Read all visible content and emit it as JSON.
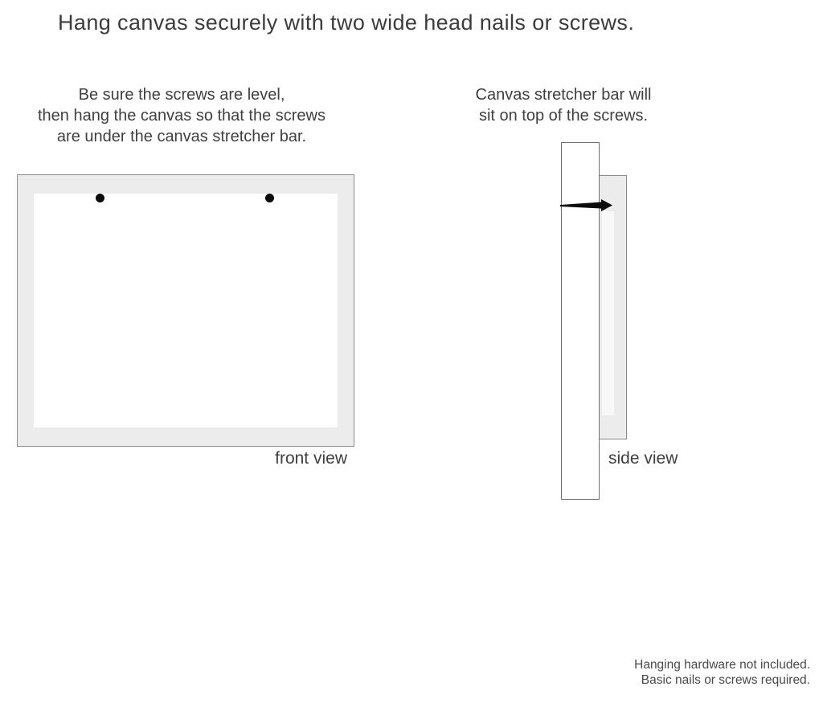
{
  "page": {
    "title": "Hang canvas securely with two wide head nails or screws."
  },
  "instructions": {
    "left": {
      "lines": [
        "Be sure the screws are level,",
        "then hang the canvas so that the screws",
        "are under the canvas stretcher bar."
      ]
    },
    "right": {
      "lines": [
        "Canvas stretcher bar will",
        "sit on top of the screws."
      ]
    }
  },
  "figures": {
    "front_view": {
      "label": "front view"
    },
    "side_view": {
      "label": "side view"
    }
  },
  "footnote": {
    "lines": [
      "Hanging hardware not included.",
      "Basic nails or screws required."
    ]
  },
  "colors": {
    "canvas_fill": "#ececec",
    "canvas_border": "#8c8c8c",
    "stretcher_bar_border": "#6e6e6e",
    "nail_black": "#0b0b0b",
    "text": "#3d3d3d"
  }
}
